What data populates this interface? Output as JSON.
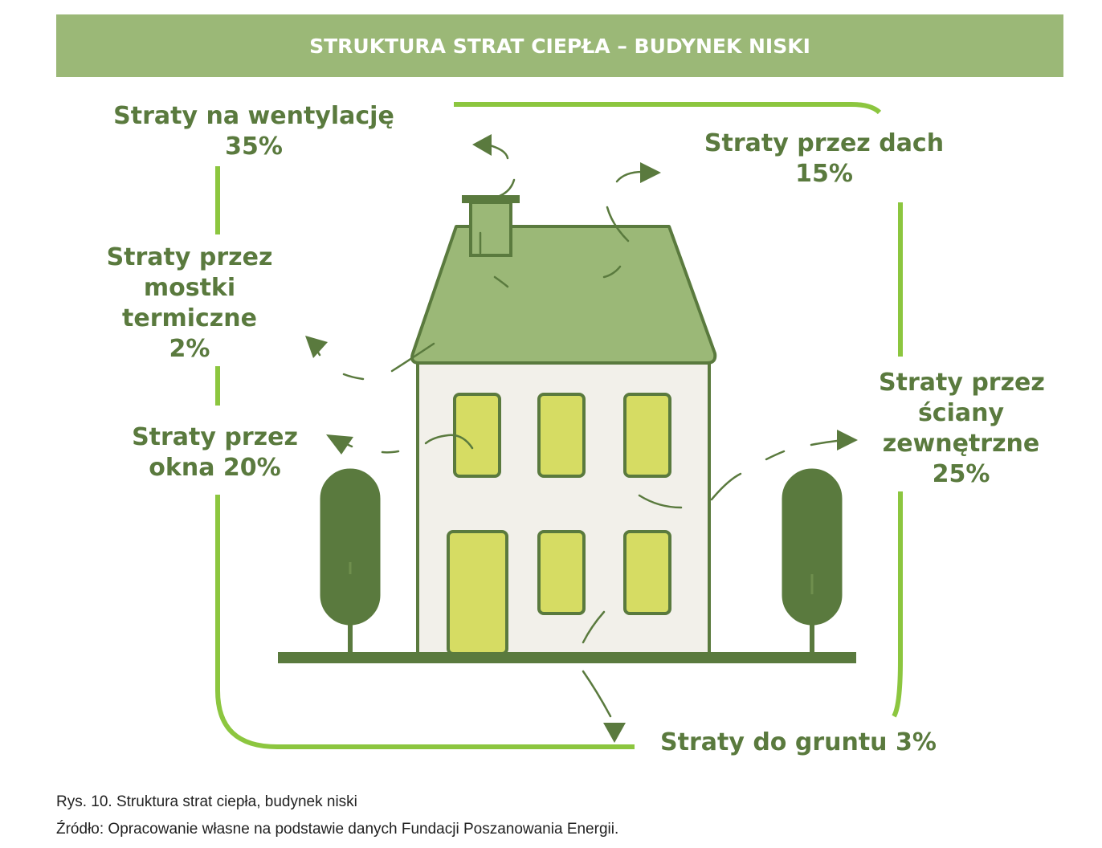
{
  "header": {
    "title": "STRUKTURA STRAT CIEPŁA – BUDYNEK NISKI"
  },
  "labels": {
    "ventilation": {
      "line1": "Straty na wentylację",
      "line2": "35%"
    },
    "roof": {
      "line1": "Straty przez dach",
      "line2": "15%"
    },
    "bridges": {
      "line1": "Straty przez",
      "line2": "mostki",
      "line3": "termiczne",
      "line4": "2%"
    },
    "windows": {
      "line1": "Straty przez",
      "line2": "okna 20%"
    },
    "walls": {
      "line1": "Straty przez",
      "line2": "ściany",
      "line3": "zewnętrzne",
      "line4": "25%"
    },
    "ground": {
      "line1": "Straty do gruntu 3%"
    }
  },
  "caption": {
    "figure": "Rys. 10. Struktura strat ciepła, budynek niski",
    "source": "Źródło: Opracowanie własne na podstawie danych Fundacji Poszanowania Energii."
  },
  "colors": {
    "header_bg": "#9bb877",
    "label_text": "#5a7a3e",
    "frame_line": "#8cc63f",
    "dark_green": "#5a7a3e",
    "roof_fill": "#9bb877",
    "wall_fill": "#f2f0ea",
    "window_fill": "#d6dc63"
  },
  "icons": [
    "house-icon",
    "chimney-icon",
    "tree-icon",
    "heat-flow-arrow-icon"
  ]
}
